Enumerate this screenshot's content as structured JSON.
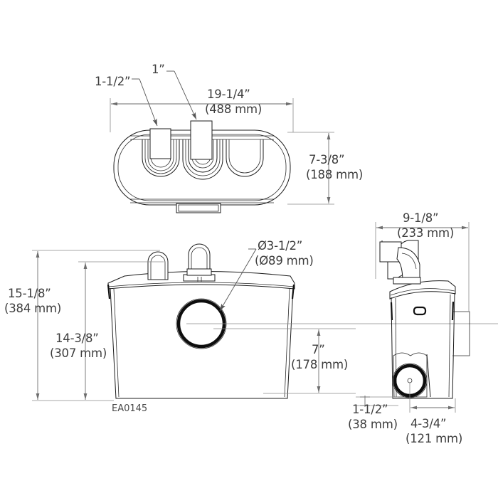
{
  "drawing": {
    "part_number": "EA0145",
    "title_description": "Sanitary pump unit dimension drawing",
    "line_color": "#1c1c1c",
    "text_color": "#3d3d3d",
    "dim_line_color": "#6e6e6e",
    "background": "#ffffff"
  },
  "views": {
    "top": {
      "name": "top-view"
    },
    "front": {
      "name": "front-view"
    },
    "side": {
      "name": "side-view"
    }
  },
  "dimensions": {
    "inlet_small": {
      "imperial": "1-1/2”",
      "metric": ""
    },
    "inlet_large": {
      "imperial": "1”",
      "metric": ""
    },
    "top_width": {
      "imperial": "19-1/4”",
      "metric": "(488 mm)"
    },
    "top_depth": {
      "imperial": "7-3/8”",
      "metric": "(188 mm)"
    },
    "overall_height": {
      "imperial": "15-1/8”",
      "metric": "(384 mm)"
    },
    "body_height": {
      "imperial": "14-3/8”",
      "metric": "(307 mm)"
    },
    "port_diameter": {
      "imperial": "Ø3-1/2”",
      "metric": "(Ø89 mm)"
    },
    "port_height": {
      "imperial": "7”",
      "metric": "(178 mm)"
    },
    "side_depth": {
      "imperial": "9-1/8”",
      "metric": "(233 mm)"
    },
    "outlet_height": {
      "imperial": "1-1/2”",
      "metric": "(38 mm)"
    },
    "outlet_offset": {
      "imperial": "4-3/4”",
      "metric": "(121 mm)"
    }
  }
}
